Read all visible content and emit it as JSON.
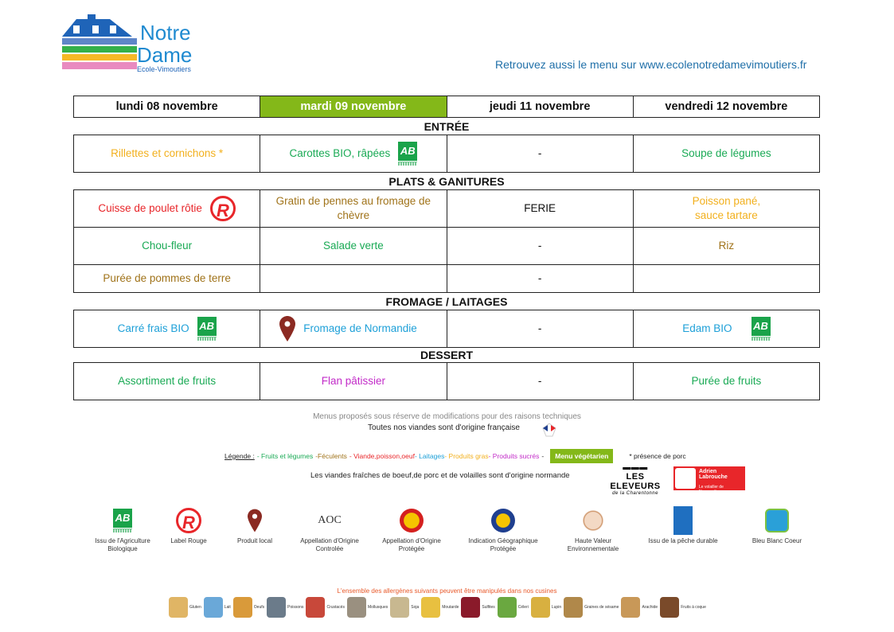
{
  "header": {
    "logo_text_1": "Notre",
    "logo_text_2": "Dame",
    "logo_sub": "Ecole-Vimoutiers",
    "site": "Retrouvez aussi le menu sur www.ecolenotredamevimoutiers.fr"
  },
  "days": [
    "lundi 08 novembre",
    "mardi 09 novembre",
    "jeudi 11 novembre",
    "vendredi 12 novembre"
  ],
  "active_day": "mardi 09 novembre",
  "sections": {
    "entree": {
      "title": "ENTRÉE",
      "rows": [
        [
          "Rillettes et cornichons *",
          "Carottes BIO, râpées",
          "-",
          "Soupe de légumes"
        ]
      ]
    },
    "plats": {
      "title": "PLATS & GANITURES",
      "rows": [
        [
          "Cuisse de poulet rôtie",
          "Gratin de pennes au fromage de chèvre",
          "FERIE",
          "Poisson pané,\nsauce tartare"
        ],
        [
          "Chou-fleur",
          "Salade verte",
          "-",
          "Riz"
        ],
        [
          "Purée de pommes de terre",
          "",
          "-",
          ""
        ]
      ]
    },
    "fromage": {
      "title": "FROMAGE / LAITAGES",
      "rows": [
        [
          "Carré frais BIO",
          "Fromage de Normandie",
          "-",
          "Edam BIO"
        ]
      ]
    },
    "dessert": {
      "title": "DESSERT",
      "rows": [
        [
          "Assortiment de fruits",
          "Flan pâtissier",
          "-",
          "Purée de fruits"
        ]
      ]
    }
  },
  "notes": {
    "reserve": "Menus proposés sous réserve de modifications pour des raisons techniques",
    "origine": "Toutes nos viandes sont d'origine française",
    "normande": "Les viandes fraîches de boeuf,de porc et de volailles sont d'origine normande",
    "porc": "* présence de porc"
  },
  "legend": {
    "title": "Légende :",
    "items": [
      "- Fruits et légumes",
      "-Féculents",
      "- Viande,poisson,oeuf",
      "- Laitages",
      "- Produits gras",
      "- Produits sucrés",
      "-"
    ],
    "veg": "Menu végétarien"
  },
  "partners": {
    "eleveurs": "LES ELEVEURS",
    "eleveurs_sub": "de la Charentonne",
    "labrouche": "Adrien Labrouche",
    "labrouche_sub": "Le volailler de Normandie"
  },
  "labels": [
    "Issu de l'Agriculture Biologique",
    "Label Rouge",
    "Produit local",
    "Appellation d'Origine Controlée",
    "Appellation d'Origine Protégée",
    "Indication Géographique Protégée",
    "Haute Valeur Environnementale",
    "Issu de la pêche durable",
    "Bleu Blanc Coeur"
  ],
  "allergens_title": "L'ensemble des allergènes suivants peuvent être manipulés dans nos cusines",
  "allergens": [
    "Gluten",
    "Lait",
    "Oeufs",
    "Poissons",
    "Crustacés",
    "Mollusques",
    "Soja",
    "Moutarde",
    "Sulfites",
    "Céleri",
    "Lupin",
    "Graines de sésame",
    "Arachide",
    "Fruits à coque"
  ],
  "colors": {
    "active": "#84b819",
    "legumes": "#1aaa55",
    "feculents": "#a0731a",
    "viande": "#e8262a",
    "laitages": "#1ea0d8",
    "gras": "#f2b01e",
    "sucres": "#c22bc8"
  }
}
